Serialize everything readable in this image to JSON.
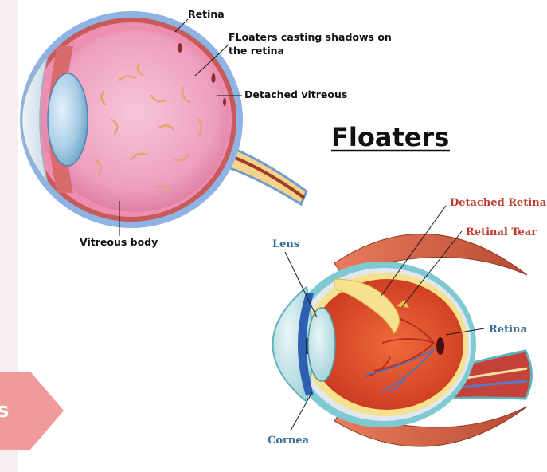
{
  "title": "Floaters",
  "side_tab": {
    "text": "s",
    "color": "#f19a9a"
  },
  "top_diagram": {
    "labels": {
      "retina": "Retina",
      "floaters_line1": "FLoaters casting shadows on",
      "floaters_line2": "the retina",
      "detached_vitreous": "Detached vitreous",
      "vitreous_body": "Vitreous body"
    }
  },
  "bottom_diagram": {
    "labels": {
      "lens": "Lens",
      "cornea": "Cornea",
      "detached_retina": "Detached Retina",
      "retinal_tear": "Retinal Tear",
      "retina": "Retina"
    },
    "colors": {
      "label_blue": "#3a6e9a",
      "label_red": "#c0392b"
    }
  }
}
